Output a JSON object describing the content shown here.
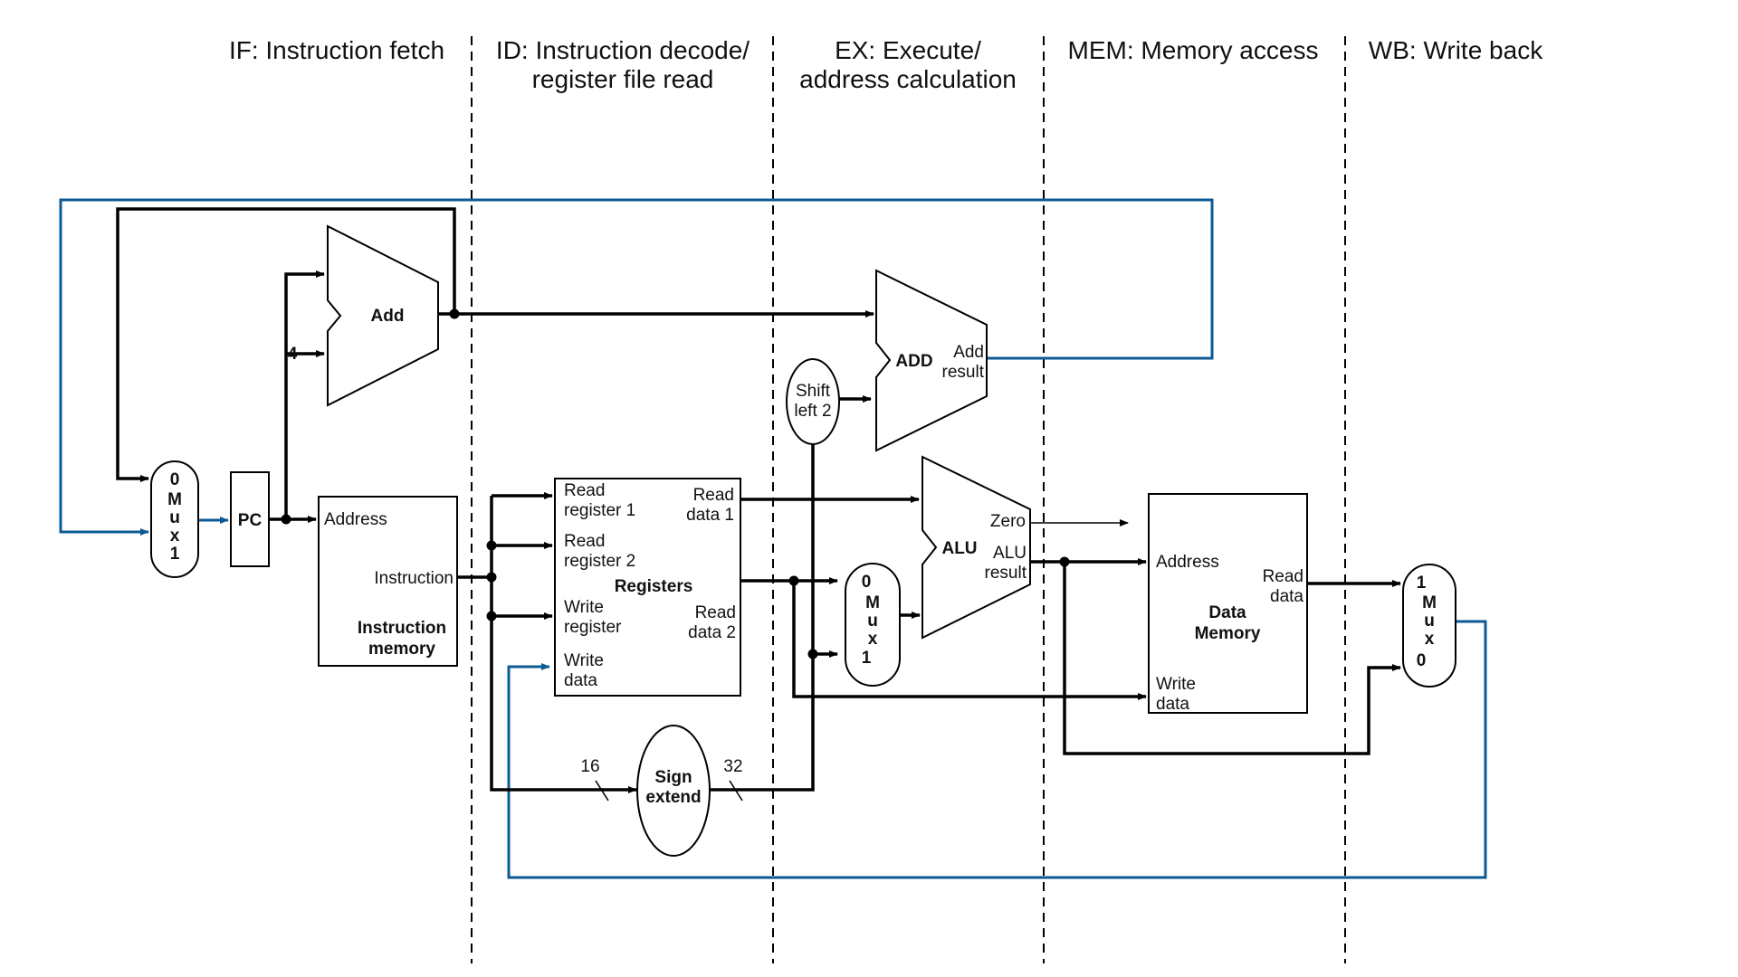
{
  "stages": {
    "if": {
      "line1": "IF: Instruction fetch",
      "line2": ""
    },
    "id": {
      "line1": "ID: Instruction decode/",
      "line2": "register file read"
    },
    "ex": {
      "line1": "EX: Execute/",
      "line2": "address calculation"
    },
    "mem": {
      "line1": "MEM: Memory access",
      "line2": ""
    },
    "wb": {
      "line1": "WB: Write back",
      "line2": ""
    }
  },
  "pc_mux": {
    "top": "0",
    "chars": [
      "M",
      "u",
      "x"
    ],
    "bottom": "1"
  },
  "pc": {
    "label": "PC"
  },
  "pc_adder": {
    "label": "Add",
    "constant": "4"
  },
  "instruction_memory": {
    "address": "Address",
    "instruction": "Instruction",
    "name_line1": "Instruction",
    "name_line2": "memory"
  },
  "registers": {
    "read_reg1": [
      "Read",
      "register 1"
    ],
    "read_reg2": [
      "Read",
      "register 2"
    ],
    "write_reg": [
      "Write",
      "register"
    ],
    "write_data": [
      "Write",
      "data"
    ],
    "read_data1": [
      "Read",
      "data 1"
    ],
    "read_data2": [
      "Read",
      "data 2"
    ],
    "name": "Registers"
  },
  "sign_extend": {
    "line1": "Sign",
    "line2": "extend",
    "in_width": "16",
    "out_width": "32"
  },
  "shift_left": {
    "line1": "Shift",
    "line2": "left 2"
  },
  "branch_adder": {
    "label": "ADD",
    "result_line1": "Add",
    "result_line2": "result"
  },
  "alu_mux": {
    "top": "0",
    "chars": [
      "M",
      "u",
      "x"
    ],
    "bottom": "1"
  },
  "alu": {
    "label": "ALU",
    "zero": "Zero",
    "result_line1": "ALU",
    "result_line2": "result"
  },
  "data_memory": {
    "address": "Address",
    "read_data": [
      "Read",
      "data"
    ],
    "write_data": [
      "Write",
      "data"
    ],
    "name_line1": "Data",
    "name_line2": "Memory"
  },
  "wb_mux": {
    "top": "1",
    "chars": [
      "M",
      "u",
      "x"
    ],
    "bottom": "0"
  },
  "colors": {
    "wire": "#000000",
    "feedback_wire": "#0d5b94"
  }
}
